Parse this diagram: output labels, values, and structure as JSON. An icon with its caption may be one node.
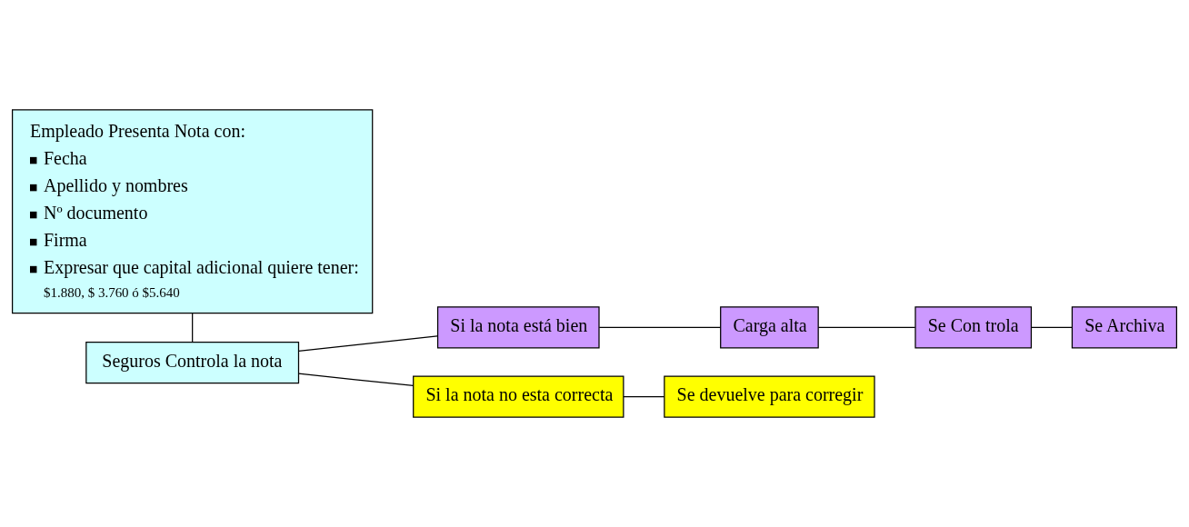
{
  "diagram": {
    "nodes": [
      {
        "text": [
          "Empleado Presenta Nota con:",
          "Fecha",
          "Apellido y nombres",
          "Nº documento",
          "Firma",
          "Expresar que capital adicional quiere tener:",
          "$1.880, $ 3.760 ó $5.640"
        ]
      },
      {
        "text": [
          "Seguros Controla la nota"
        ]
      },
      {
        "text": [
          "Si la nota está bien"
        ]
      },
      {
        "text": [
          "Carga alta"
        ]
      },
      {
        "text": [
          "Se Con trola"
        ]
      },
      {
        "text": [
          "Se Archiva"
        ]
      },
      {
        "text": [
          "Si la nota no esta correcta"
        ]
      },
      {
        "text": [
          "Se devuelve para corregir"
        ]
      }
    ],
    "edges": [
      {
        "from": 0,
        "to": 1,
        "arrow": "none"
      },
      {
        "from": 1,
        "to": 2,
        "arrow": "none"
      },
      {
        "from": 1,
        "to": 6,
        "arrow": "none"
      },
      {
        "from": 2,
        "to": 3,
        "arrow": "none"
      },
      {
        "from": 3,
        "to": 4,
        "arrow": "none"
      },
      {
        "from": 4,
        "to": 5,
        "arrow": "none"
      },
      {
        "from": 6,
        "to": 7,
        "arrow": "none"
      }
    ]
  }
}
